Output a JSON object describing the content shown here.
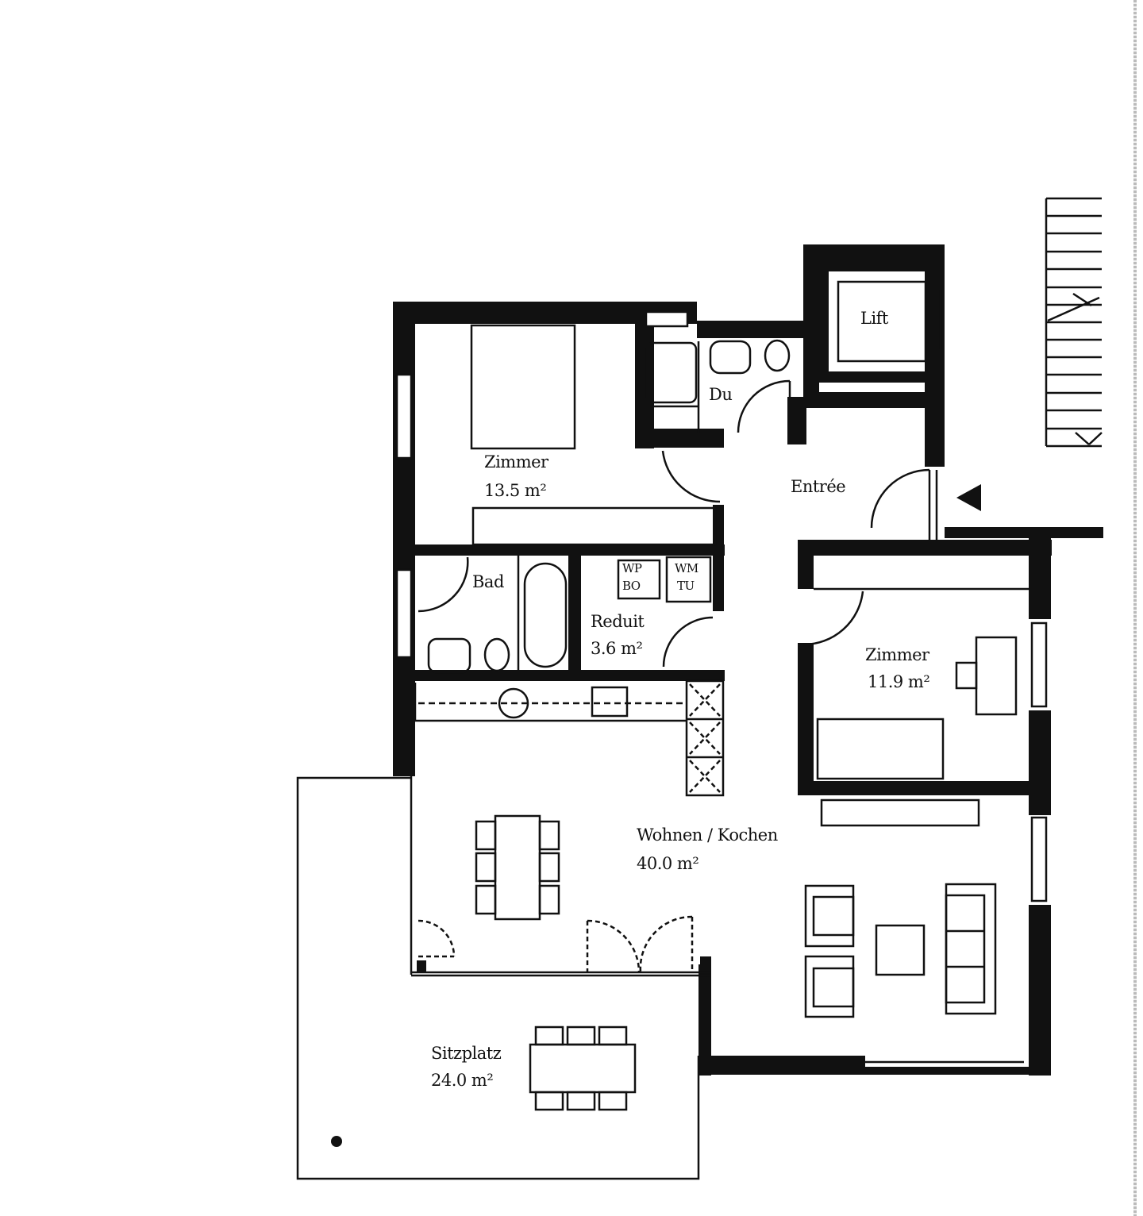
{
  "plan": {
    "type": "floor-plan",
    "wall_color": "#111111",
    "background_color": "#ffffff",
    "rooms": [
      {
        "id": "zimmer1",
        "name": "Zimmer",
        "area": "13.5 m²"
      },
      {
        "id": "du",
        "name": "Du",
        "area": ""
      },
      {
        "id": "lift",
        "name": "Lift",
        "area": ""
      },
      {
        "id": "entree",
        "name": "Entrée",
        "area": ""
      },
      {
        "id": "bad",
        "name": "Bad",
        "area": ""
      },
      {
        "id": "reduit",
        "name": "Reduit",
        "area": "3.6 m²"
      },
      {
        "id": "zimmer2",
        "name": "Zimmer",
        "area": "11.9 m²"
      },
      {
        "id": "wohnen",
        "name": "Wohnen / Kochen",
        "area": "40.0 m²"
      },
      {
        "id": "sitzplatz",
        "name": "Sitzplatz",
        "area": "24.0 m²"
      }
    ],
    "appliances": [
      {
        "line1": "WP",
        "line2": "BO"
      },
      {
        "line1": "WM",
        "line2": "TU"
      }
    ],
    "entrance_marker": "entrance-arrow"
  }
}
